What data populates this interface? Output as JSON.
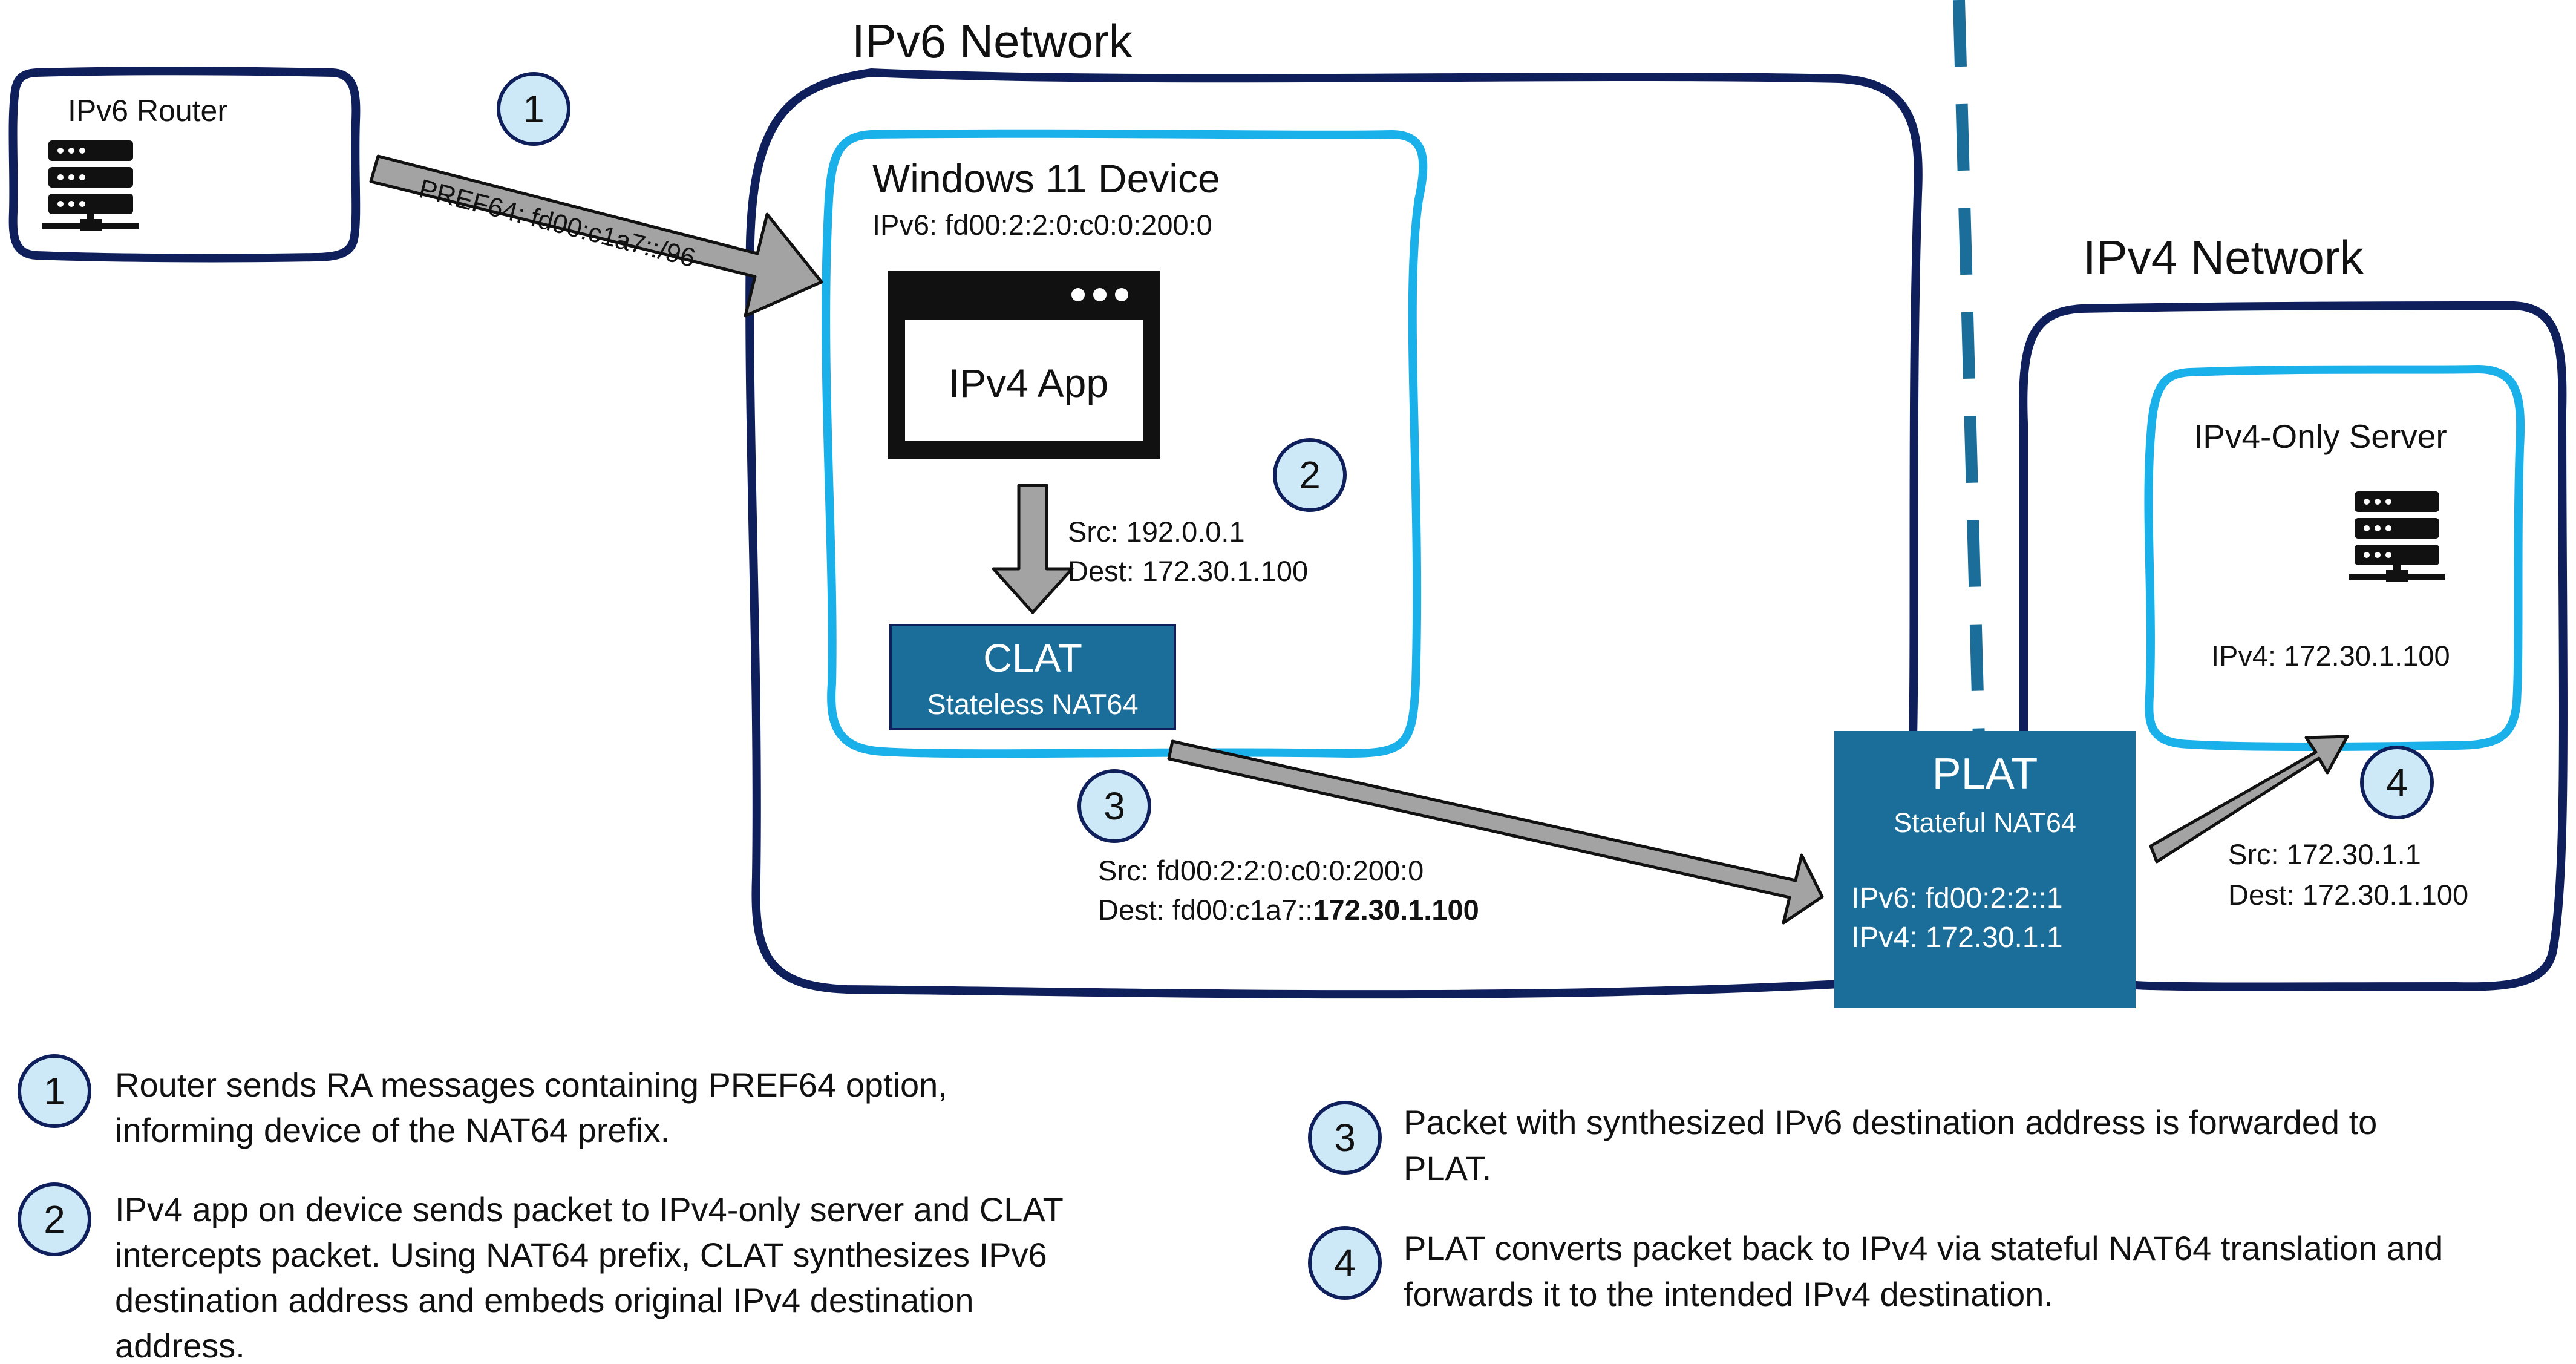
{
  "colors": {
    "network_border": "#0f1f5c",
    "device_border": "#1ab0ea",
    "nat_box": "#1a6e99",
    "arrow_fill": "#a3a3a3",
    "circle_fill": "#cde9f8",
    "divider": "#1a6e99"
  },
  "icons": [
    "router-server-icon",
    "server-icon",
    "app-window-icon"
  ],
  "router": {
    "title": "IPv6 Router"
  },
  "ipv6_network": {
    "title": "IPv6 Network"
  },
  "ipv4_network": {
    "title": "IPv4 Network"
  },
  "device": {
    "title": "Windows 11 Device",
    "ipv6": "IPv6: fd00:2:2:0:c0:0:200:0",
    "app_label": "IPv4 App"
  },
  "clat": {
    "title": "CLAT",
    "subtitle": "Stateless NAT64"
  },
  "plat": {
    "title": "PLAT",
    "subtitle": "Stateful NAT64",
    "ipv6": "IPv6: fd00:2:2::1",
    "ipv4": "IPv4: 172.30.1.1"
  },
  "server": {
    "title": "IPv4-Only Server",
    "ipv4": "IPv4: 172.30.1.100"
  },
  "arrows": {
    "pref64": "PREF64: fd00:c1a7::/96",
    "step2_src": "Src: 192.0.0.1",
    "step2_dest": "Dest: 172.30.1.100",
    "step3_src": "Src: fd00:2:2:0:c0:0:200:0",
    "step3_dest_prefix": "Dest: fd00:c1a7::",
    "step3_dest_bold": "172.30.1.100",
    "step4_src": "Src: 172.30.1.1",
    "step4_dest": "Dest: 172.30.1.100"
  },
  "step_numbers": [
    "1",
    "2",
    "3",
    "4"
  ],
  "legend": {
    "step1": [
      "Router sends RA messages containing PREF64 option,",
      "informing device of the NAT64 prefix."
    ],
    "step2": [
      "IPv4 app on device sends packet to IPv4-only server and CLAT",
      "intercepts packet. Using NAT64 prefix, CLAT synthesizes IPv6",
      "destination address and embeds original IPv4 destination",
      "address."
    ],
    "step3": [
      "Packet with synthesized IPv6 destination address is forwarded to",
      "PLAT."
    ],
    "step4": [
      "PLAT converts packet back to IPv4 via stateful NAT64 translation and",
      "forwards it to the intended IPv4 destination."
    ]
  }
}
